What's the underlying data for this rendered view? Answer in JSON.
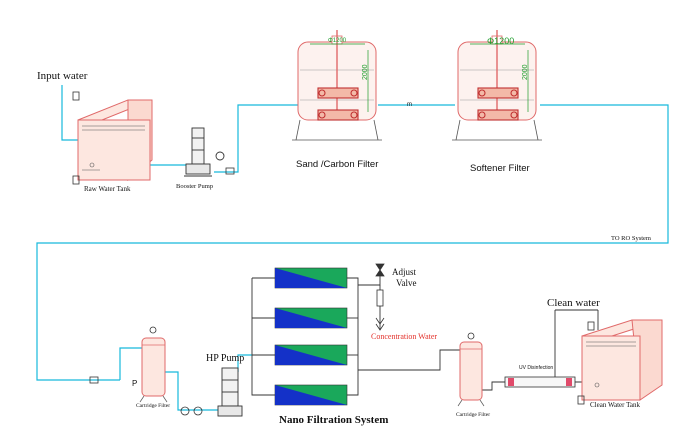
{
  "labels": {
    "input_water": "Input water",
    "raw_water_tank": "Raw Water Tank",
    "booster_pump": "Booster Pump",
    "sand_carbon_filter": "Sand /Carbon Filter",
    "softener_filter": "Softener Filter",
    "to_ro_system": "TO RO System",
    "adjust_valve_1": "Adjust",
    "adjust_valve_2": "Valve",
    "concentration_water": "Concentration Water",
    "hp_pump": "HP Pump",
    "cartridge_filter_left": "Cartridge Filter",
    "nano_filtration_system": "Nano Filtration System",
    "cartridge_filter_right": "Cartridge Filter",
    "uv_disinfection": "UV Disinfection",
    "clean_water": "Clean water",
    "clean_water_tank": "Clean Water Tank",
    "dim_2000_a": "2000",
    "dim_2000_b": "2000",
    "dim_dia_a": "Φ1200",
    "dim_dia_b": "Φ1200",
    "flow_mark": "m",
    "gauge_p": "P"
  },
  "colors": {
    "pipe": "#17b9dc",
    "tank_outline": "#e06a6a",
    "tank_fill": "#fde7e0",
    "membrane_green": "#1aa85b",
    "membrane_blue": "#1431c8",
    "dimension": "#1e9e2c",
    "concentrate_text": "#e3322c",
    "valve": "#c03030"
  }
}
